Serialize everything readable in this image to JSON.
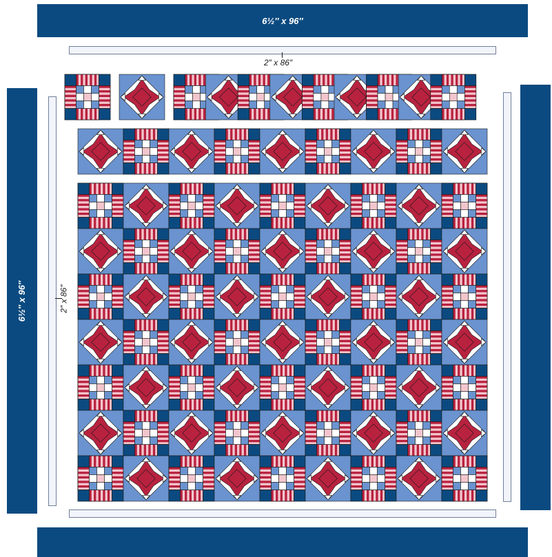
{
  "borders": {
    "top_wide_label": "6½″ x 96″",
    "left_wide_label": "6½″ x 96″",
    "top_narrow_label": "2″ x 86″",
    "left_narrow_label": "2″ x 86″"
  },
  "colors": {
    "navy": "#0b4a80",
    "light_blue": "#6a93cf",
    "red": "#b8223f",
    "stripe_pink": "#f3c5cd",
    "white": "#ffffff",
    "narrow_border": "#f2f4fb",
    "outline": "#1a1a1a"
  },
  "quilt": {
    "rows": 7,
    "cols": 9,
    "block_types": [
      "nine-patch-stripe-block",
      "star-block"
    ],
    "extra_rows": [
      {
        "description": "top row of 11 blocks",
        "blocks": [
          "nine-patch-stripe-block",
          "star-block",
          "nine-patch-stripe-block",
          "star-block",
          "nine-patch-stripe-block",
          "star-block",
          "nine-patch-stripe-block",
          "star-block",
          "nine-patch-stripe-block"
        ]
      },
      {
        "description": "second row of 9 blocks",
        "blocks": [
          "star-block",
          "nine-patch-stripe-block",
          "star-block",
          "nine-patch-stripe-block",
          "star-block",
          "nine-patch-stripe-block",
          "star-block",
          "nine-patch-stripe-block",
          "star-block"
        ]
      }
    ]
  }
}
